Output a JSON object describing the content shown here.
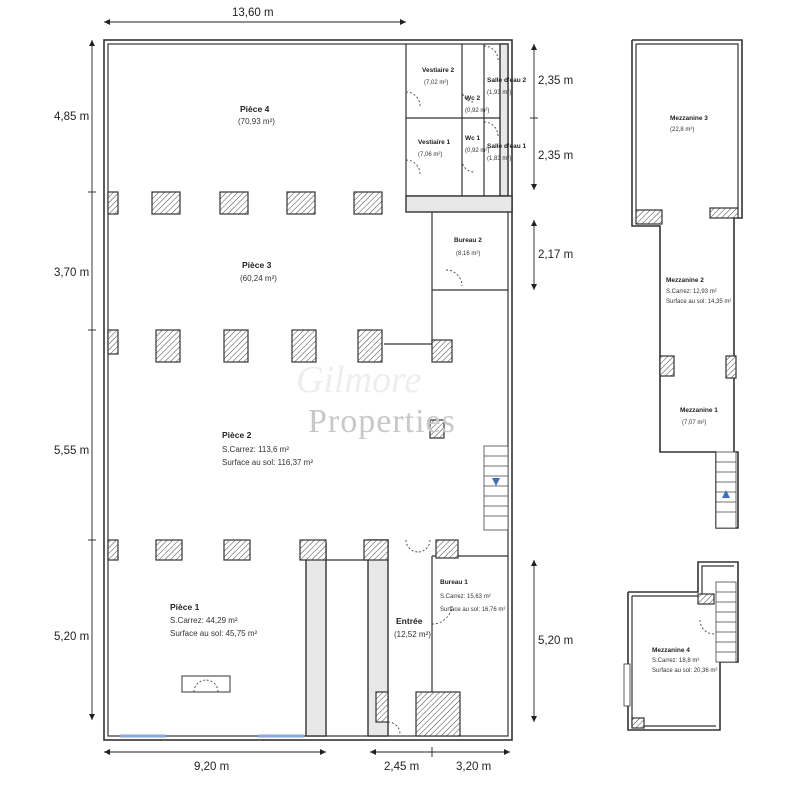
{
  "dimensions": {
    "top_width": "13,60 m",
    "left_1": "4,85 m",
    "left_2": "3,70 m",
    "left_3": "5,55 m",
    "left_4": "5,20 m",
    "right_1": "2,35 m",
    "right_2": "2,35 m",
    "right_3": "2,17 m",
    "right_4": "5,20 m",
    "bottom_1": "9,20 m",
    "bottom_2": "2,45 m",
    "bottom_3": "3,20 m"
  },
  "rooms": {
    "piece4": {
      "name": "Pièce 4",
      "area": "(70,93 m²)"
    },
    "piece3": {
      "name": "Pièce 3",
      "area": "(60,24 m²)"
    },
    "piece2": {
      "name": "Pièce 2",
      "area1": "S.Carrez: 113,6 m²",
      "area2": "Surface au sol: 116,37 m²"
    },
    "piece1": {
      "name": "Pièce 1",
      "area1": "S.Carrez: 44,29 m²",
      "area2": "Surface au sol: 45,75 m²"
    },
    "vestiaire2": {
      "name": "Vestiaire 2",
      "area": "(7,02 m²)"
    },
    "vestiaire1": {
      "name": "Vestiaire 1",
      "area": "(7,06 m²)"
    },
    "wc2": {
      "name": "Wc 2",
      "area": "(0,92 m²)"
    },
    "wc1": {
      "name": "Wc 1",
      "area": "(0,92 m²)"
    },
    "salle2": {
      "name": "Salle d'eau 2",
      "area": "(1,93 m²)"
    },
    "salle1": {
      "name": "Salle d'eau 1",
      "area": "(1,83 m²)"
    },
    "bureau2": {
      "name": "Bureau 2",
      "area": "(8,16 m²)"
    },
    "entree": {
      "name": "Entrée",
      "area": "(12,52 m²)"
    },
    "bureau1": {
      "name": "Bureau 1",
      "area1": "S.Carrez: 15,63 m²",
      "area2": "Surface au sol: 16,76 m²"
    },
    "mezz3": {
      "name": "Mezzanine 3",
      "area": "(22,8 m²)"
    },
    "mezz2": {
      "name": "Mezzanine 2",
      "area1": "S.Carrez: 12,93 m²",
      "area2": "Surface au sol: 14,35 m²"
    },
    "mezz1": {
      "name": "Mezzanine 1",
      "area": "(7,07 m²)"
    },
    "mezz4": {
      "name": "Mezzanine 4",
      "area1": "S.Carrez: 18,8 m²",
      "area2": "Surface au sol: 20,36 m²"
    }
  },
  "watermark": {
    "line1": "Gilmore",
    "line2": "Properties"
  }
}
